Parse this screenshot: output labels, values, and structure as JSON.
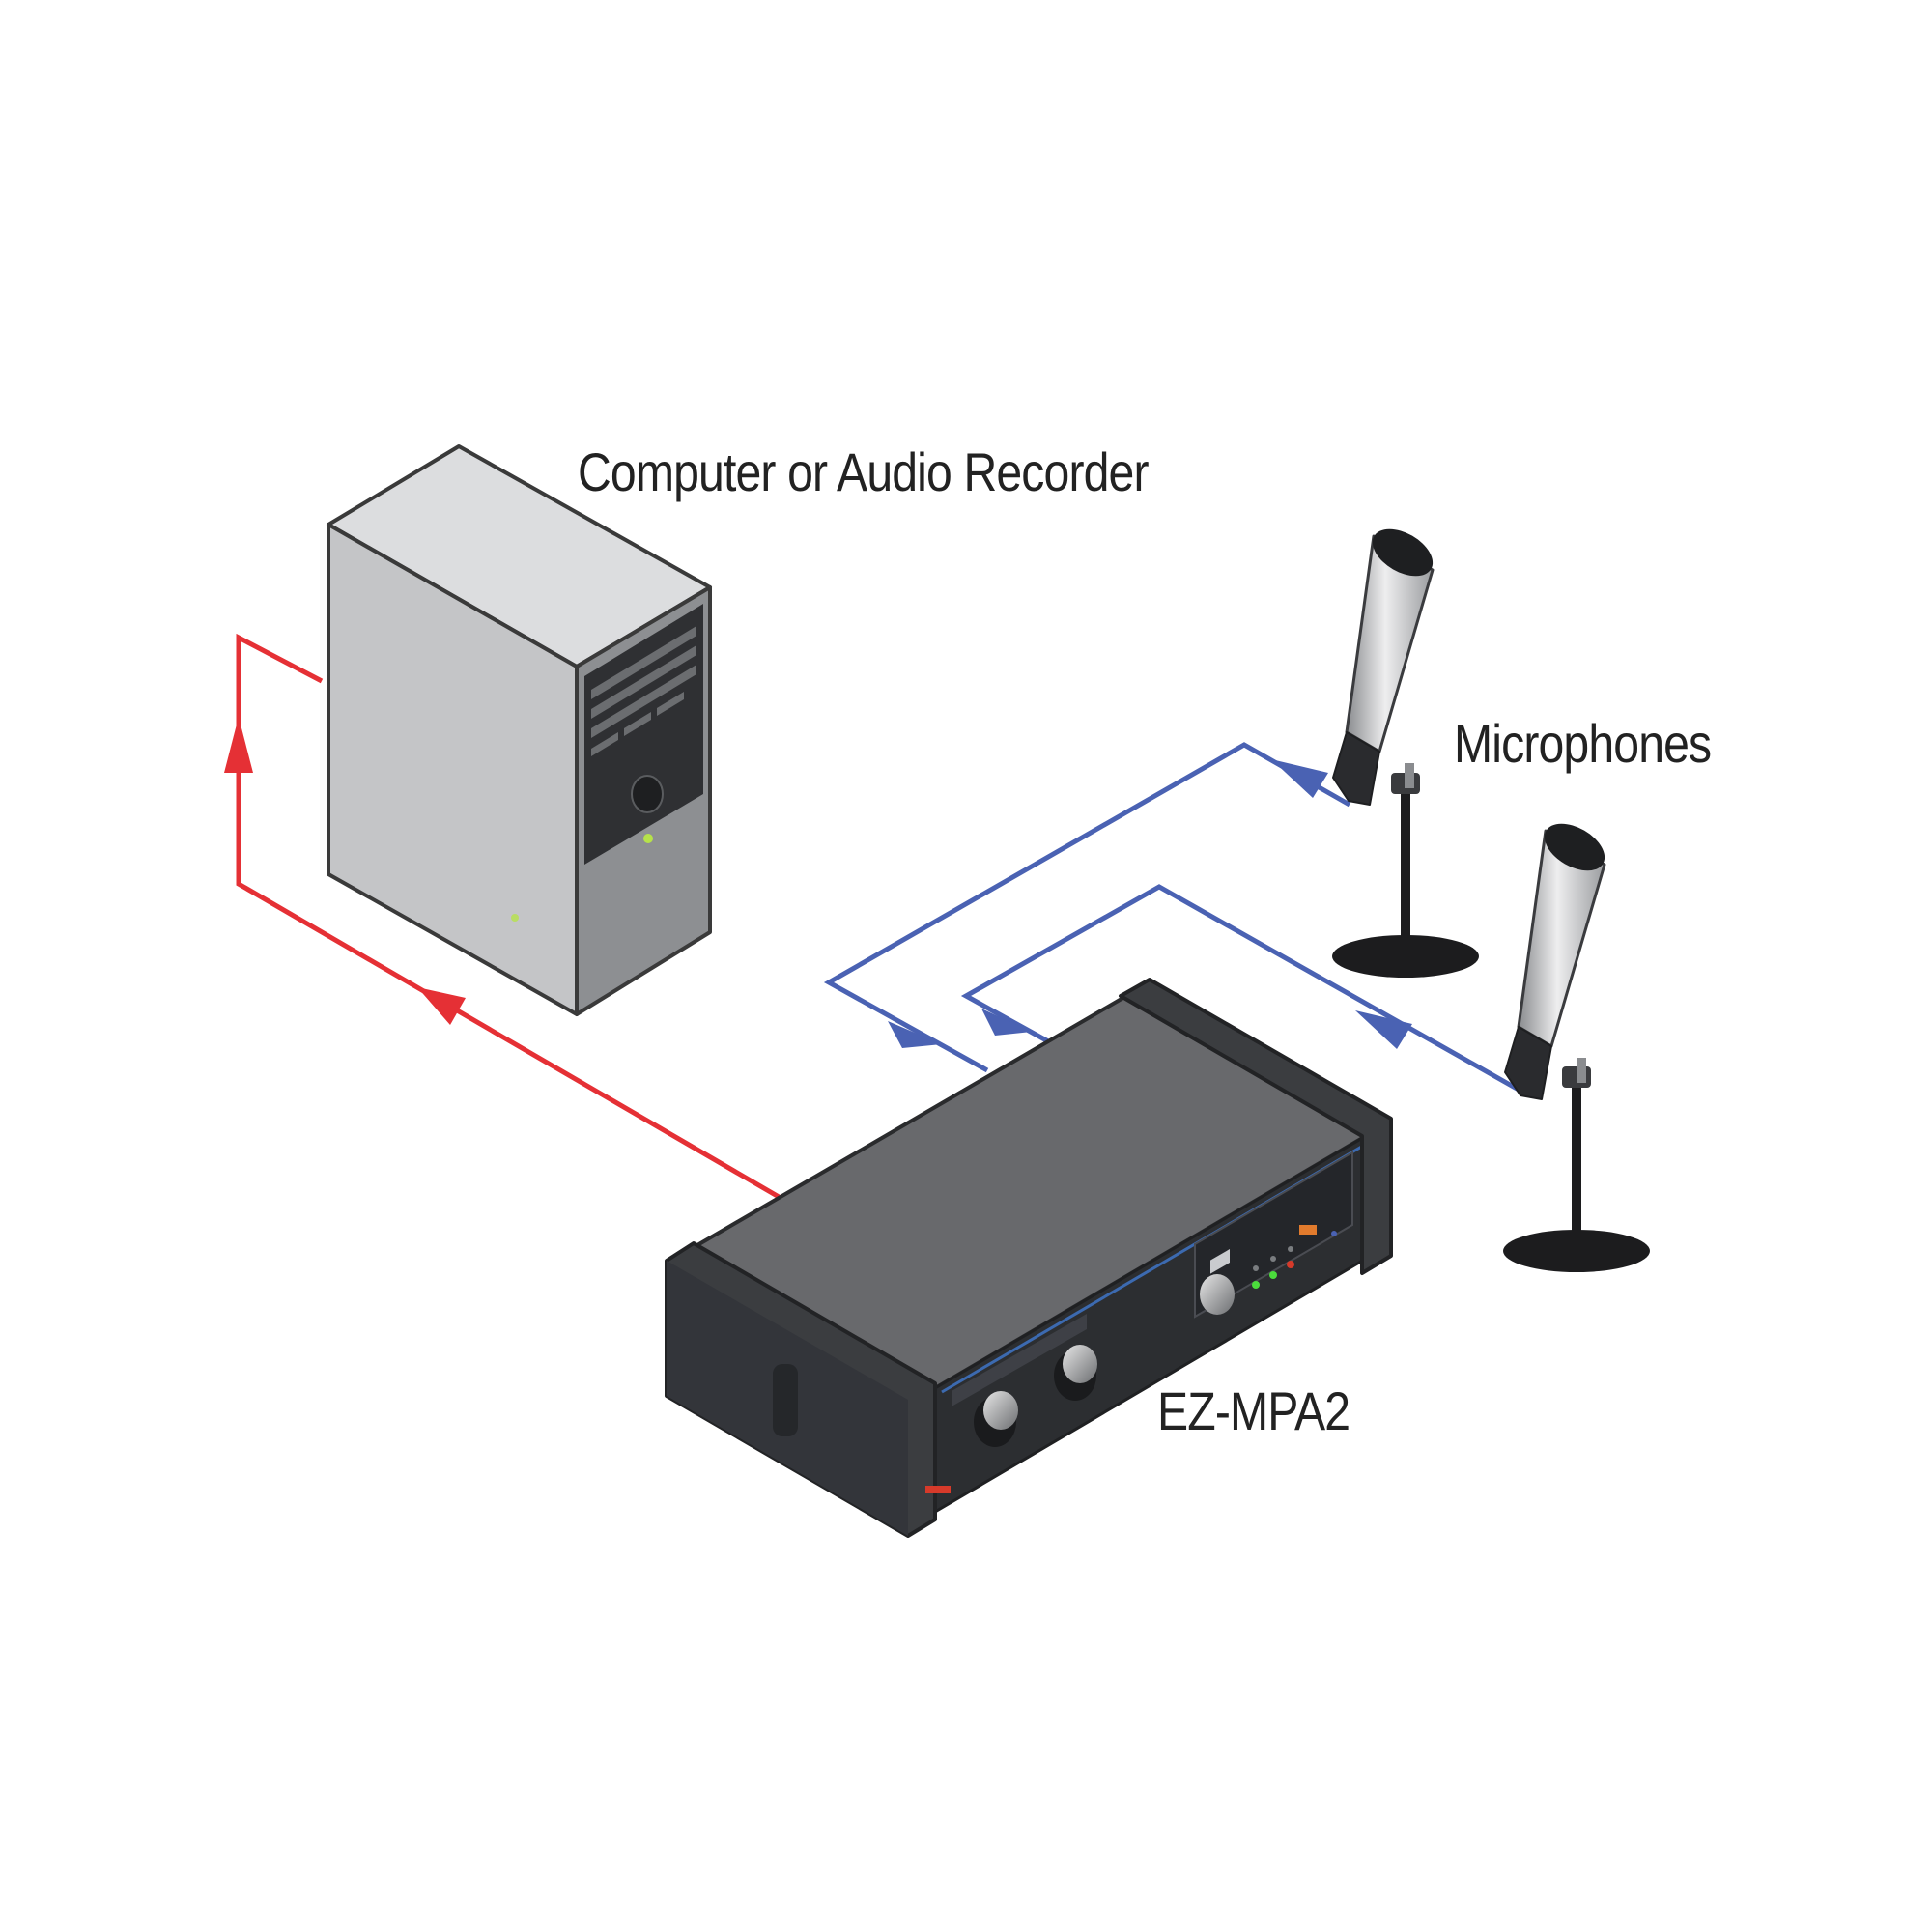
{
  "labels": {
    "computer": "Computer or Audio Recorder",
    "microphones": "Microphones",
    "device": "EZ-MPA2"
  },
  "colors": {
    "output_line": "#e53035",
    "input_line": "#4a62b3",
    "tower_body": "#c4c5c7",
    "device_body": "#3b3d40"
  },
  "icons": [
    "computer-tower-icon",
    "preamplifier-icon",
    "microphone-icon"
  ]
}
